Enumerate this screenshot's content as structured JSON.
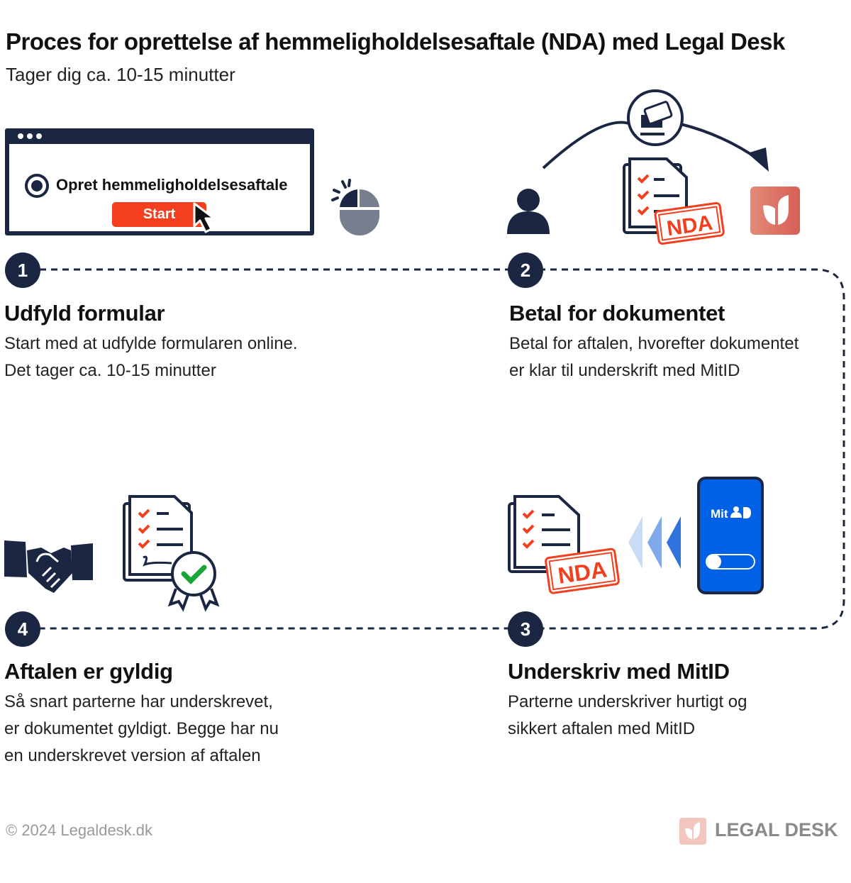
{
  "header": {
    "title": "Proces for oprettelse af hemmeligholdelsesaftale (NDA) med Legal Desk",
    "subtitle": "Tager dig ca. 10-15 minutter"
  },
  "step1": {
    "number": "1",
    "title": "Udfyld formular",
    "desc_lines": [
      "Start med at udfylde formularen online.",
      "Det tager ca. 10-15 minutter"
    ],
    "illustration": {
      "radio_label": "Opret hemmeligholdelsesaftale",
      "button_label": "Start",
      "icons": [
        "browser-window-icon",
        "cursor-icon",
        "mouse-click-icon"
      ]
    }
  },
  "step2": {
    "number": "2",
    "title": "Betal for dokumentet",
    "desc_lines": [
      "Betal for aftalen, hvorefter dokumentet",
      "er klar til underskrift med MitID"
    ],
    "illustration": {
      "stamp": "NDA",
      "icons": [
        "user-icon",
        "payment-card-icon",
        "document-checklist-icon",
        "legal-desk-logo-icon"
      ]
    }
  },
  "step3": {
    "number": "3",
    "title": "Underskriv med MitID",
    "desc_lines": [
      "Parterne underskriver hurtigt og",
      "sikkert aftalen med MitID"
    ],
    "illustration": {
      "stamp": "NDA",
      "phone_label": "Mit",
      "icons": [
        "document-checklist-icon",
        "signal-arrows-icon",
        "mitid-phone-icon"
      ]
    }
  },
  "step4": {
    "number": "4",
    "title": "Aftalen er gyldig",
    "desc_lines": [
      "Så snart parterne har underskrevet,",
      "er dokumentet gyldigt. Begge har nu",
      "en underskrevet version af aftalen"
    ],
    "illustration": {
      "icons": [
        "handshake-icon",
        "signed-document-icon",
        "approved-badge-icon"
      ]
    }
  },
  "footer": {
    "copyright": "© 2024 Legaldesk.dk",
    "brand": "LEGAL DESK"
  },
  "colors": {
    "navy": "#1b2742",
    "accent_red": "#f43f1f",
    "brand_coral": "#e0705f",
    "mitid_blue": "#0060e6",
    "check_green": "#1aa637"
  }
}
